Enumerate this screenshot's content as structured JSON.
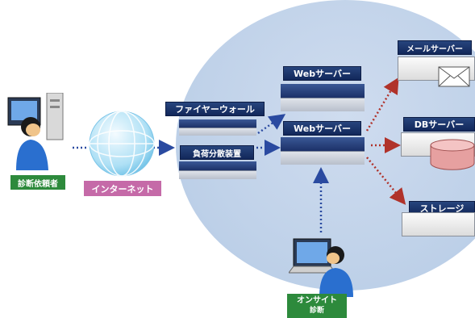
{
  "labels": {
    "client": "診断依頼者",
    "internet": "インターネット",
    "firewall": "ファイヤーウォール",
    "load_balancer": "負荷分散装置",
    "web_server_1": "Webサーバー",
    "web_server_2": "Webサーバー",
    "mail_server": "メールサーバー",
    "db_server": "DBサーバー",
    "storage": "ストレージ",
    "onsite_line1": "オンサイト",
    "onsite_line2": "診断"
  },
  "colors": {
    "navy_label": "#1c3168",
    "green_label": "#2d8a3c",
    "pink_label": "#c56aa8",
    "blue_arrow": "#2a4aa0",
    "red_arrow": "#b0322a",
    "circle_bg": "#bdd0e8"
  },
  "icons": [
    "desktop-pc-icon",
    "person-icon",
    "globe-icon",
    "laptop-icon",
    "envelope-icon",
    "database-icon"
  ]
}
